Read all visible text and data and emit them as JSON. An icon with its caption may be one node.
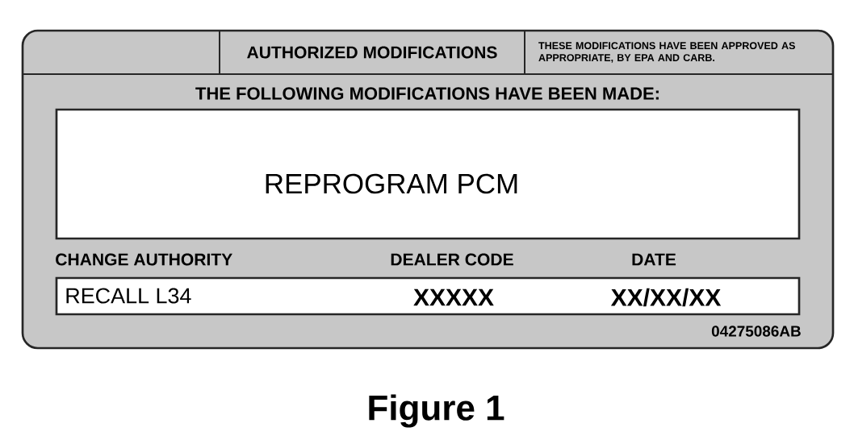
{
  "diagram": {
    "caption": "Figure 1",
    "nodes": [
      {
        "text": [],
        "shape": "box"
      },
      {
        "text": [
          "AUTHORIZED MODIFICATIONS"
        ],
        "in": 0
      },
      {
        "text": [
          "THESE MODIFICATIONS HAVE BEEN APPROVED AS APPROPRIATE, BY EPA AND CARB."
        ],
        "in": 0
      },
      {
        "text": [
          "THE FOLLOWING MODIFICATIONS HAVE BEEN MADE:",
          "REPROGRAM PCM"
        ],
        "in": 0
      },
      {
        "text": [
          "RECALL L34",
          "XXXXX",
          "XX/XX/XX"
        ],
        "in": 0
      }
    ],
    "edges": [],
    "labels": [
      "CHANGE AUTHORITY",
      "DEALER CODE",
      "DATE",
      "04275086AB"
    ]
  }
}
